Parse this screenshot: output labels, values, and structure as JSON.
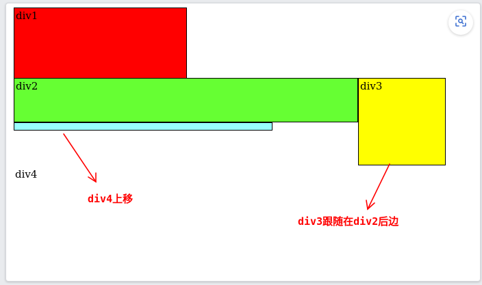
{
  "boxes": {
    "div1": {
      "label": "div1",
      "color": "#ff0000"
    },
    "div2": {
      "label": "div2",
      "color": "#66ff33"
    },
    "div3": {
      "label": "div3",
      "color": "#ffff00"
    },
    "div4": {
      "label": "div4",
      "color": "#99ffff"
    }
  },
  "annotations": {
    "div4_moved": "div4上移",
    "div3_follows": "div3跟随在div2后边",
    "color": "#ff0000"
  },
  "icons": {
    "image_search": "scan-image-icon"
  }
}
